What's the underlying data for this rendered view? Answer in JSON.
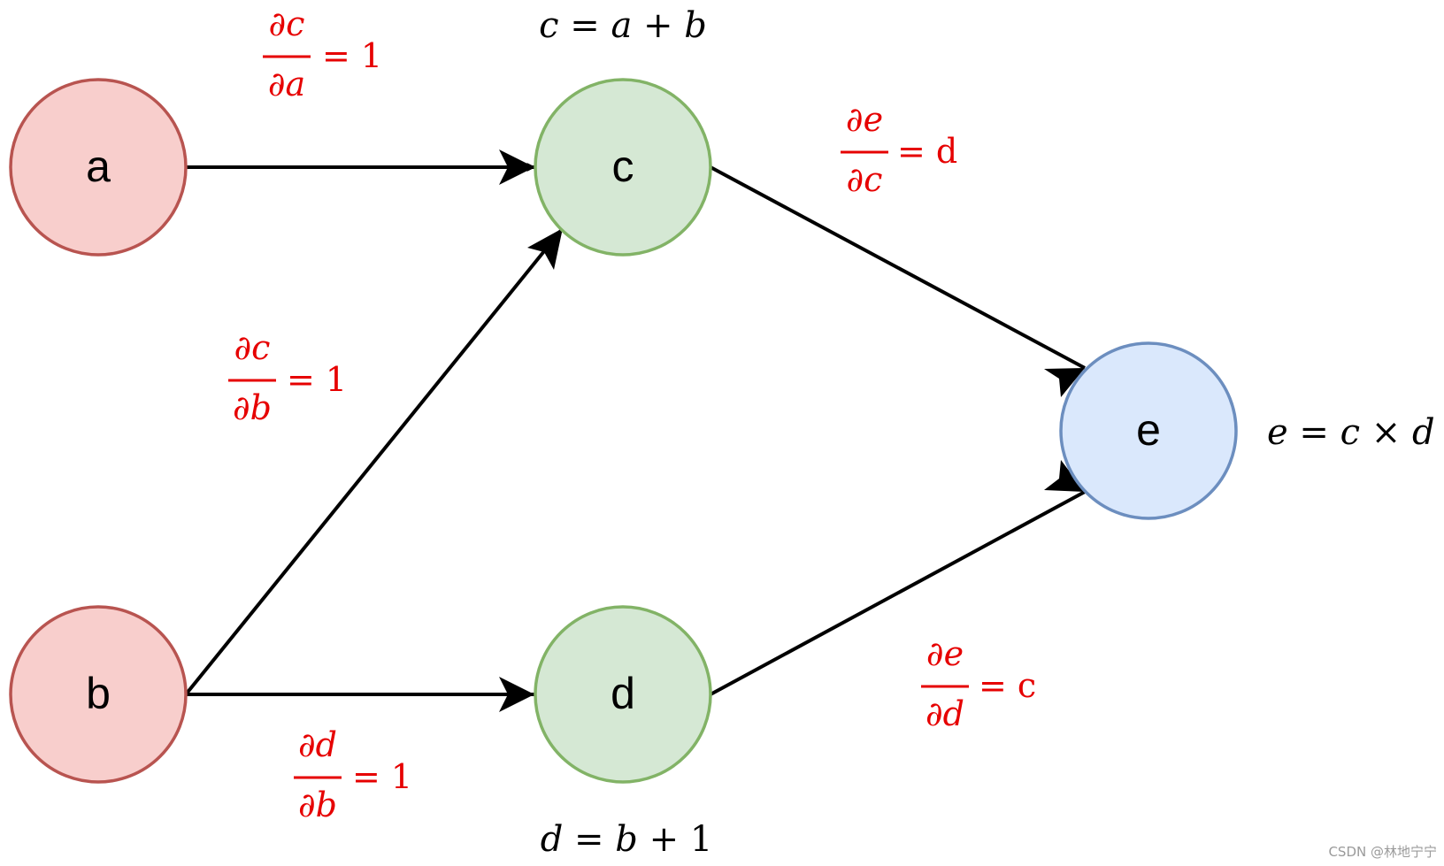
{
  "colors": {
    "input_fill": "#f8cecc",
    "input_stroke": "#b85450",
    "intermediate_fill": "#d5e8d4",
    "intermediate_stroke": "#82b366",
    "output_fill": "#dae8fc",
    "output_stroke": "#6c8ebf",
    "edge": "#000000",
    "derivative_text": "#e60000",
    "formula_text": "#000000"
  },
  "nodes": {
    "a": {
      "label": "a"
    },
    "b": {
      "label": "b"
    },
    "c": {
      "label": "c"
    },
    "d": {
      "label": "d"
    },
    "e": {
      "label": "e"
    }
  },
  "formulas": {
    "c": {
      "lhs": "c",
      "eq": " = ",
      "rhs1": "a",
      "op": " + ",
      "rhs2": "b"
    },
    "d": {
      "lhs": "d",
      "eq": " = ",
      "rhs1": "b",
      "op": " + ",
      "rhs2": "1"
    },
    "e": {
      "lhs": "e",
      "eq": " = ",
      "rhs1": "c",
      "op": " × ",
      "rhs2": "d"
    }
  },
  "derivatives": {
    "dc_da": {
      "num": "∂c",
      "den": "∂a",
      "value": "= 1"
    },
    "dc_db": {
      "num": "∂c",
      "den": "∂b",
      "value": "= 1"
    },
    "dd_db": {
      "num": "∂d",
      "den": "∂b",
      "value": "= 1"
    },
    "de_dc": {
      "num": "∂e",
      "den": "∂c",
      "value": "= d"
    },
    "de_dd": {
      "num": "∂e",
      "den": "∂d",
      "value": "= c"
    }
  },
  "watermark": "CSDN @林地宁宁"
}
